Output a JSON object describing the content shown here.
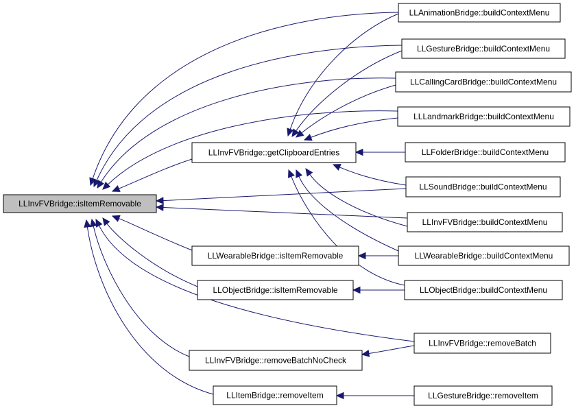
{
  "graph": {
    "root": "LLInvFVBridge::isItemRemovable",
    "nodes": [
      {
        "id": "n_root",
        "label": "LLInvFVBridge::isItemRemovable"
      },
      {
        "id": "n_getclip",
        "label": "LLInvFVBridge::getClipboardEntries"
      },
      {
        "id": "n_wear_rem",
        "label": "LLWearableBridge::isItemRemovable"
      },
      {
        "id": "n_obj_rem",
        "label": "LLObjectBridge::isItemRemovable"
      },
      {
        "id": "n_rbnc",
        "label": "LLInvFVBridge::removeBatchNoCheck"
      },
      {
        "id": "n_item_rem",
        "label": "LLItemBridge::removeItem"
      },
      {
        "id": "n_anim",
        "label": "LLAnimationBridge::buildContextMenu"
      },
      {
        "id": "n_gest",
        "label": "LLGestureBridge::buildContextMenu"
      },
      {
        "id": "n_call",
        "label": "LLCallingCardBridge::buildContextMenu"
      },
      {
        "id": "n_land",
        "label": "LLLandmarkBridge::buildContextMenu"
      },
      {
        "id": "n_fold",
        "label": "LLFolderBridge::buildContextMenu"
      },
      {
        "id": "n_sound",
        "label": "LLSoundBridge::buildContextMenu"
      },
      {
        "id": "n_invfv_ctx",
        "label": "LLInvFVBridge::buildContextMenu"
      },
      {
        "id": "n_wear_ctx",
        "label": "LLWearableBridge::buildContextMenu"
      },
      {
        "id": "n_obj_ctx",
        "label": "LLObjectBridge::buildContextMenu"
      },
      {
        "id": "n_rb",
        "label": "LLInvFVBridge::removeBatch"
      },
      {
        "id": "n_gest_rem",
        "label": "LLGestureBridge::removeItem"
      }
    ],
    "edges": [
      {
        "from": "n_anim",
        "to": "n_root"
      },
      {
        "from": "n_gest",
        "to": "n_root"
      },
      {
        "from": "n_call",
        "to": "n_root"
      },
      {
        "from": "n_land",
        "to": "n_root"
      },
      {
        "from": "n_getclip",
        "to": "n_root"
      },
      {
        "from": "n_sound",
        "to": "n_root"
      },
      {
        "from": "n_invfv_ctx",
        "to": "n_root"
      },
      {
        "from": "n_wear_rem",
        "to": "n_root"
      },
      {
        "from": "n_obj_rem",
        "to": "n_root"
      },
      {
        "from": "n_rb",
        "to": "n_root"
      },
      {
        "from": "n_rbnc",
        "to": "n_root"
      },
      {
        "from": "n_item_rem",
        "to": "n_root"
      },
      {
        "from": "n_anim",
        "to": "n_getclip"
      },
      {
        "from": "n_gest",
        "to": "n_getclip"
      },
      {
        "from": "n_call",
        "to": "n_getclip"
      },
      {
        "from": "n_land",
        "to": "n_getclip"
      },
      {
        "from": "n_fold",
        "to": "n_getclip"
      },
      {
        "from": "n_sound",
        "to": "n_getclip"
      },
      {
        "from": "n_invfv_ctx",
        "to": "n_getclip"
      },
      {
        "from": "n_wear_ctx",
        "to": "n_getclip"
      },
      {
        "from": "n_obj_ctx",
        "to": "n_getclip"
      },
      {
        "from": "n_wear_ctx",
        "to": "n_wear_rem"
      },
      {
        "from": "n_obj_ctx",
        "to": "n_obj_rem"
      },
      {
        "from": "n_rb",
        "to": "n_rbnc"
      },
      {
        "from": "n_gest_rem",
        "to": "n_item_rem"
      }
    ],
    "colors": {
      "edge": "#191970",
      "root_fill": "#bfbfbf",
      "node_fill": "#ffffff",
      "border": "#000000"
    }
  }
}
